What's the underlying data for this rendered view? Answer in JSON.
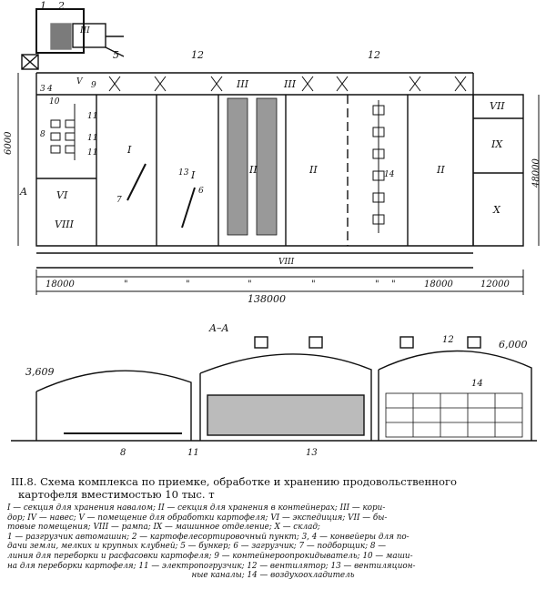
{
  "plan": {
    "top_labels": [
      "1",
      "2",
      "III",
      "5",
      "12",
      "III",
      "12",
      "III",
      "VII"
    ],
    "corner_labels": [
      "3",
      "4"
    ],
    "left_labels": [
      "10",
      "V",
      "9",
      "11",
      "8",
      "11",
      "11",
      "VI",
      "VIII"
    ],
    "room_labels": [
      "I",
      "7",
      "I",
      "6",
      "13",
      "II",
      "II",
      "14",
      "II",
      "IX",
      "X",
      "VIII"
    ],
    "section_mark": "A",
    "dim_height_left": "6000",
    "dim_height_right": "48000",
    "spans": [
      "18000",
      "\"",
      "\"",
      "\"",
      "\"",
      "\"",
      "\"",
      "18000",
      "12000"
    ],
    "total_length": "138000"
  },
  "section": {
    "title": "A–A",
    "elev_left": "3,609",
    "elev_right": "6,000",
    "labels": [
      "12",
      "8",
      "11",
      "13",
      "14"
    ]
  },
  "caption": {
    "line1": "III.8. Схема комплекса по приемке, обработке и хранению продовольственного",
    "line2": "картофеля вместимостью 10 тыс. т"
  },
  "legend": {
    "lines": [
      "I — секция для хранения навалом; II — секция для хранения в контейнерах; III — кори-",
      "дор; IV — навес; V — помещение для обработки картофеля; VI — экспедиция; VII — бы-",
      "товые помещения; VIII — рампа; IX — машинное отделение; X — склад;",
      "1 — разгрузчик автомашин; 2 — картофелесортировочный пункт; 3, 4 — конвейеры для по-",
      "дачи земли, мелких и крупных клубней; 5 — бункер; 6 — загрузчик; 7 — подборщик; 8 —",
      "линия для переборки и расфасовки картофеля; 9 — контейнероопрокидыватель; 10 — маши-",
      "на для переборки картофеля; 11 — электропогрузчик; 12 — вентилятор; 13 — вентиляцион-",
      "ные каналы; 14 — воздухоохладитель"
    ]
  }
}
